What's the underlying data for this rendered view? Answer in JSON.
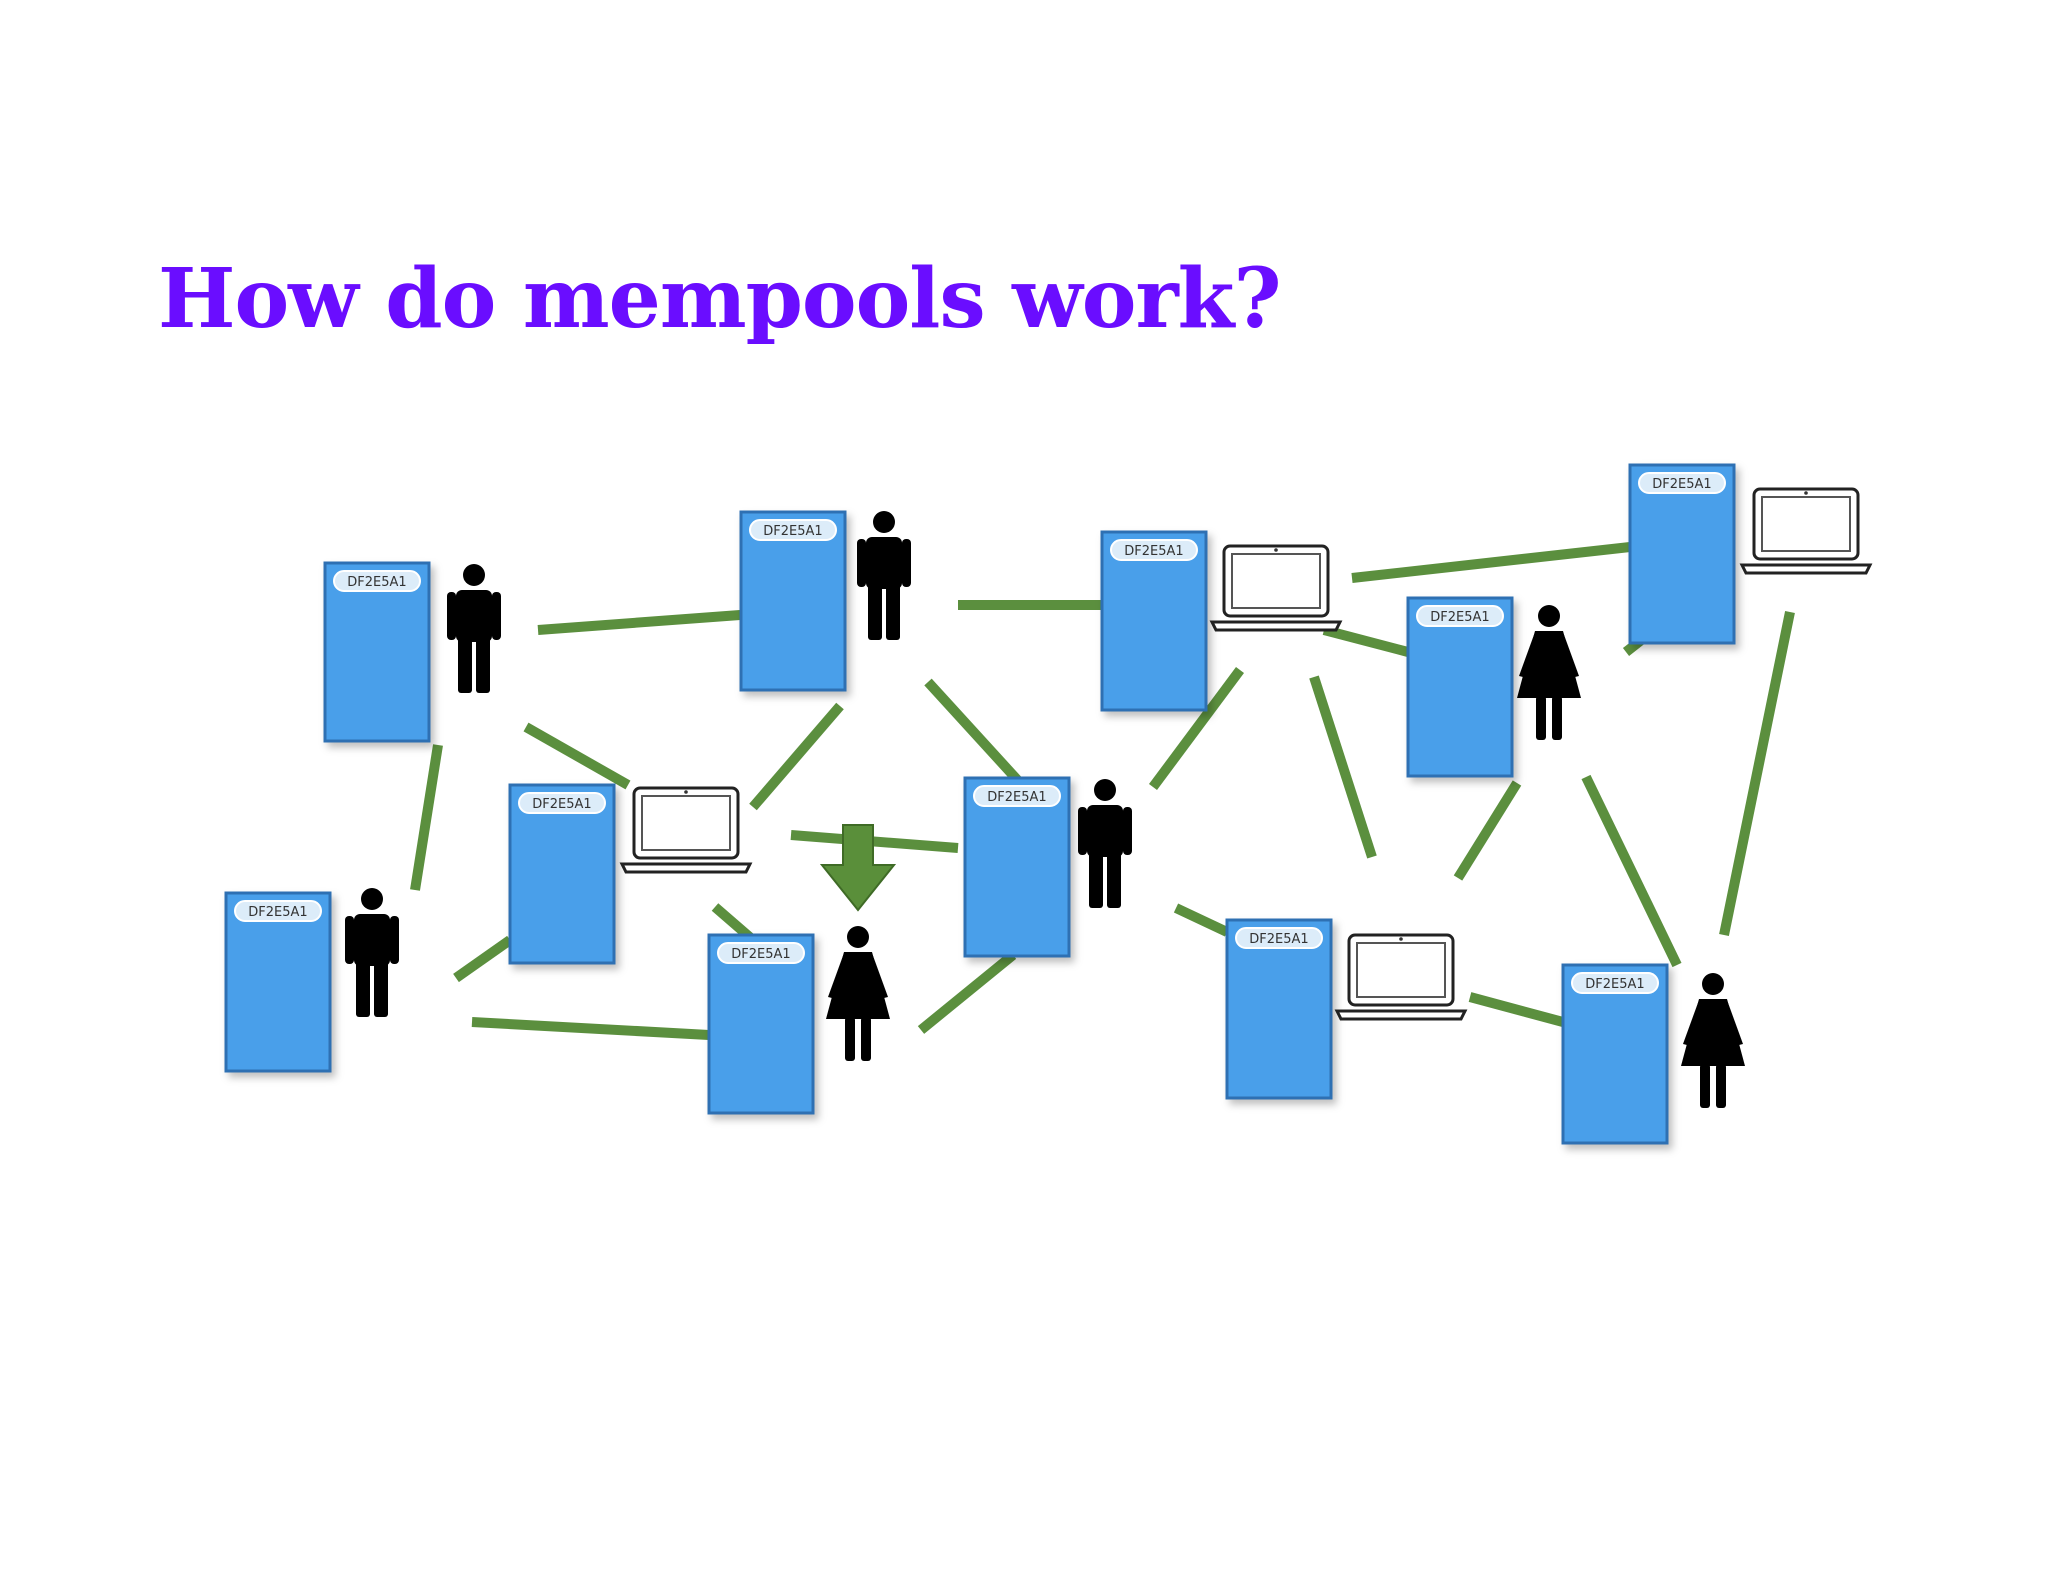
{
  "slide": {
    "title": "How do mempools work?",
    "title_color": "#6a0dff"
  },
  "diagram": {
    "node_label": "DF2E5A1",
    "colors": {
      "node_fill": "#4a9fea",
      "node_stroke": "#2f6fb3",
      "edge": "#5b8f3e",
      "arrow": "#5a8f3a",
      "person": "#000000",
      "laptop_stroke": "#222222"
    },
    "nodes": [
      {
        "id": "n1"
      },
      {
        "id": "n2"
      },
      {
        "id": "n3"
      },
      {
        "id": "n4"
      },
      {
        "id": "n5"
      },
      {
        "id": "n6"
      },
      {
        "id": "n7"
      },
      {
        "id": "n8"
      },
      {
        "id": "n9"
      },
      {
        "id": "n10"
      },
      {
        "id": "n11"
      },
      {
        "id": "n12"
      }
    ],
    "attachments": [
      {
        "icon": "person-male-icon"
      },
      {
        "icon": "person-male-icon"
      },
      {
        "icon": "laptop-icon"
      },
      {
        "icon": "laptop-icon"
      },
      {
        "icon": "person-female-icon"
      },
      {
        "icon": "laptop-icon"
      },
      {
        "icon": "person-male-icon"
      },
      {
        "icon": "laptop-icon"
      },
      {
        "icon": "person-male-icon"
      },
      {
        "icon": "person-female-icon"
      },
      {
        "icon": "laptop-icon"
      },
      {
        "icon": "person-female-icon"
      }
    ],
    "highlight": {
      "icon": "down-arrow-icon"
    }
  }
}
